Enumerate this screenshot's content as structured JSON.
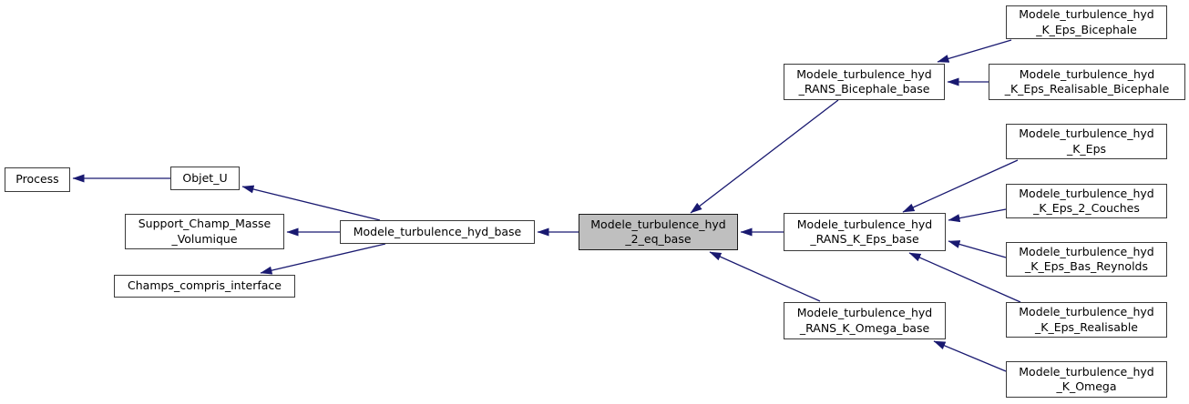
{
  "colors": {
    "edge": "#191970",
    "node_border": "#3a3a3a",
    "node_fill": "#ffffff",
    "highlight_fill": "#bfbfbf",
    "text": "#000000",
    "background": "#ffffff"
  },
  "nodes": {
    "process": {
      "lines": [
        "Process"
      ]
    },
    "objet_u": {
      "lines": [
        "Objet_U"
      ]
    },
    "support_champ_masse_volumique": {
      "lines": [
        "Support_Champ_Masse",
        "_Volumique"
      ]
    },
    "champs_compris_interface": {
      "lines": [
        "Champs_compris_interface"
      ]
    },
    "modele_turbulence_hyd_base": {
      "lines": [
        "Modele_turbulence_hyd_base"
      ]
    },
    "modele_turbulence_hyd_2_eq_base": {
      "lines": [
        "Modele_turbulence_hyd",
        "_2_eq_base"
      ],
      "highlighted": true
    },
    "rans_bicephale_base": {
      "lines": [
        "Modele_turbulence_hyd",
        "_RANS_Bicephale_base"
      ]
    },
    "rans_k_eps_base": {
      "lines": [
        "Modele_turbulence_hyd",
        "_RANS_K_Eps_base"
      ]
    },
    "rans_k_omega_base": {
      "lines": [
        "Modele_turbulence_hyd",
        "_RANS_K_Omega_base"
      ]
    },
    "k_eps_bicephale": {
      "lines": [
        "Modele_turbulence_hyd",
        "_K_Eps_Bicephale"
      ]
    },
    "k_eps_realisable_bicephale": {
      "lines": [
        "Modele_turbulence_hyd",
        "_K_Eps_Realisable_Bicephale"
      ]
    },
    "k_eps": {
      "lines": [
        "Modele_turbulence_hyd",
        "_K_Eps"
      ]
    },
    "k_eps_2_couches": {
      "lines": [
        "Modele_turbulence_hyd",
        "_K_Eps_2_Couches"
      ]
    },
    "k_eps_bas_reynolds": {
      "lines": [
        "Modele_turbulence_hyd",
        "_K_Eps_Bas_Reynolds"
      ]
    },
    "k_eps_realisable": {
      "lines": [
        "Modele_turbulence_hyd",
        "_K_Eps_Realisable"
      ]
    },
    "k_omega": {
      "lines": [
        "Modele_turbulence_hyd",
        "_K_Omega"
      ]
    }
  },
  "edges": [
    {
      "from": "objet_u",
      "to": "process"
    },
    {
      "from": "modele_turbulence_hyd_base",
      "to": "objet_u"
    },
    {
      "from": "modele_turbulence_hyd_base",
      "to": "support_champ_masse_volumique"
    },
    {
      "from": "modele_turbulence_hyd_base",
      "to": "champs_compris_interface"
    },
    {
      "from": "modele_turbulence_hyd_2_eq_base",
      "to": "modele_turbulence_hyd_base"
    },
    {
      "from": "rans_bicephale_base",
      "to": "modele_turbulence_hyd_2_eq_base"
    },
    {
      "from": "rans_k_eps_base",
      "to": "modele_turbulence_hyd_2_eq_base"
    },
    {
      "from": "rans_k_omega_base",
      "to": "modele_turbulence_hyd_2_eq_base"
    },
    {
      "from": "k_eps_bicephale",
      "to": "rans_bicephale_base"
    },
    {
      "from": "k_eps_realisable_bicephale",
      "to": "rans_bicephale_base"
    },
    {
      "from": "k_eps",
      "to": "rans_k_eps_base"
    },
    {
      "from": "k_eps_2_couches",
      "to": "rans_k_eps_base"
    },
    {
      "from": "k_eps_bas_reynolds",
      "to": "rans_k_eps_base"
    },
    {
      "from": "k_eps_realisable",
      "to": "rans_k_eps_base"
    },
    {
      "from": "k_omega",
      "to": "rans_k_omega_base"
    }
  ]
}
